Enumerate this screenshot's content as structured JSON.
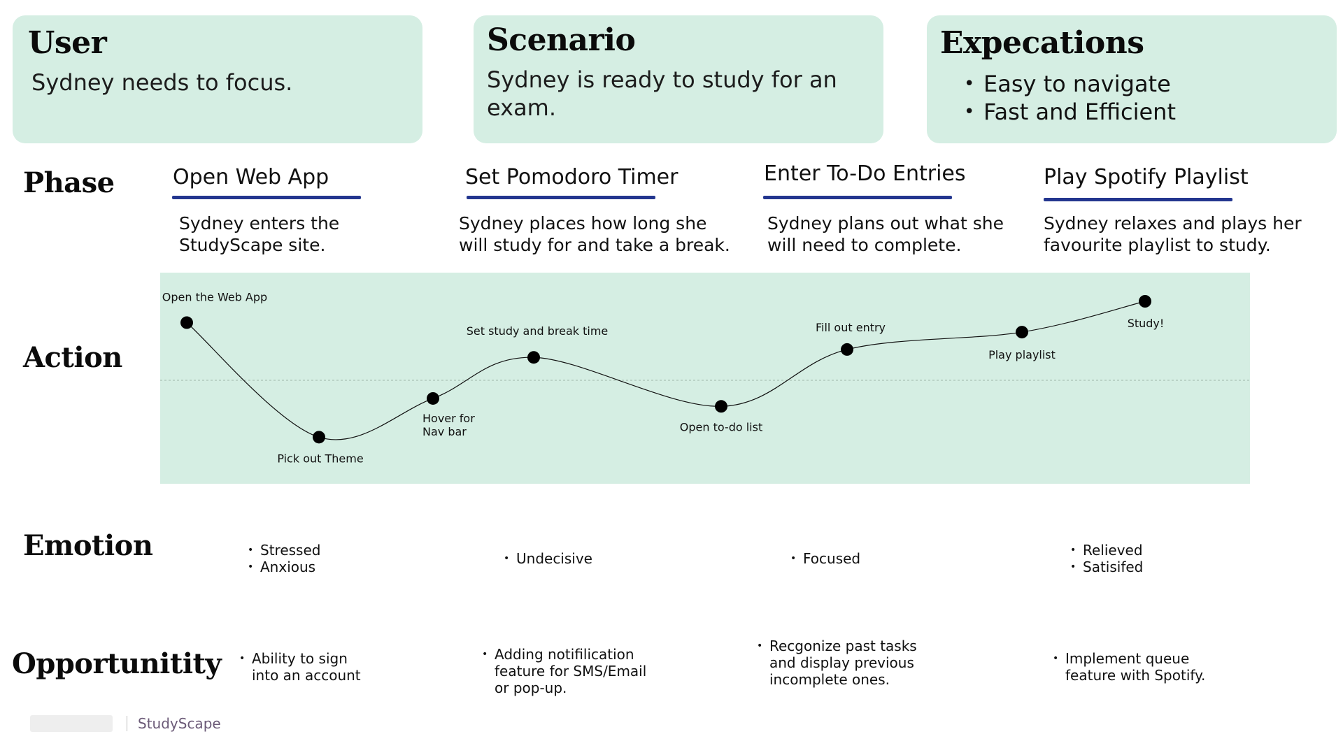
{
  "user_card": {
    "title": "User",
    "text": "Sydney needs to focus."
  },
  "scenario_card": {
    "title": "Scenario",
    "text": "Sydney is ready to study for an exam."
  },
  "expectations_card": {
    "title": "Expecations",
    "items": [
      "Easy to navigate",
      "Fast and Efficient"
    ]
  },
  "row_labels": {
    "phase": "Phase",
    "action": "Action",
    "emotion": "Emotion",
    "opportunity": "Opportunitity"
  },
  "phases": [
    {
      "title": "Open Web App",
      "description": "Sydney enters the StudyScape site."
    },
    {
      "title": "Set Pomodoro Timer",
      "description": "Sydney places how long she will study for and take a break."
    },
    {
      "title": "Enter To-Do Entries",
      "description": "Sydney plans out what she will need to complete."
    },
    {
      "title": "Play Spotify Playlist",
      "description": "Sydney relaxes and plays her favourite playlist to study."
    }
  ],
  "action_points": [
    {
      "label": [
        "Open the Web App"
      ],
      "level": 0.73
    },
    {
      "label": [
        "Pick out Theme"
      ],
      "level": -0.72
    },
    {
      "label": [
        "Hover for",
        "Nav bar"
      ],
      "level": -0.23
    },
    {
      "label": [
        "Set study and break time"
      ],
      "level": 0.29
    },
    {
      "label": [
        "Open to-do list"
      ],
      "level": -0.33
    },
    {
      "label": [
        "Fill out entry"
      ],
      "level": 0.39
    },
    {
      "label": [
        "Play playlist"
      ],
      "level": 0.61
    },
    {
      "label": [
        "Study!"
      ],
      "level": 1.0
    }
  ],
  "emotions": [
    [
      "Stressed",
      "Anxious"
    ],
    [
      "Undecisive"
    ],
    [
      "Focused"
    ],
    [
      "Relieved",
      "Satisifed"
    ]
  ],
  "opportunities": [
    [
      "Ability to sign",
      "into an account"
    ],
    [
      "Adding notifilication",
      "feature for SMS/Email",
      "or pop-up."
    ],
    [
      "Recgonize past tasks",
      "and display previous",
      "incomplete ones."
    ],
    [
      "Implement queue",
      "feature with Spotify."
    ]
  ],
  "footer": {
    "text": "StudyScape"
  },
  "colors": {
    "card_bg": "#d5eee3",
    "accent": "#23368f",
    "footer_text": "#6b5a77"
  }
}
